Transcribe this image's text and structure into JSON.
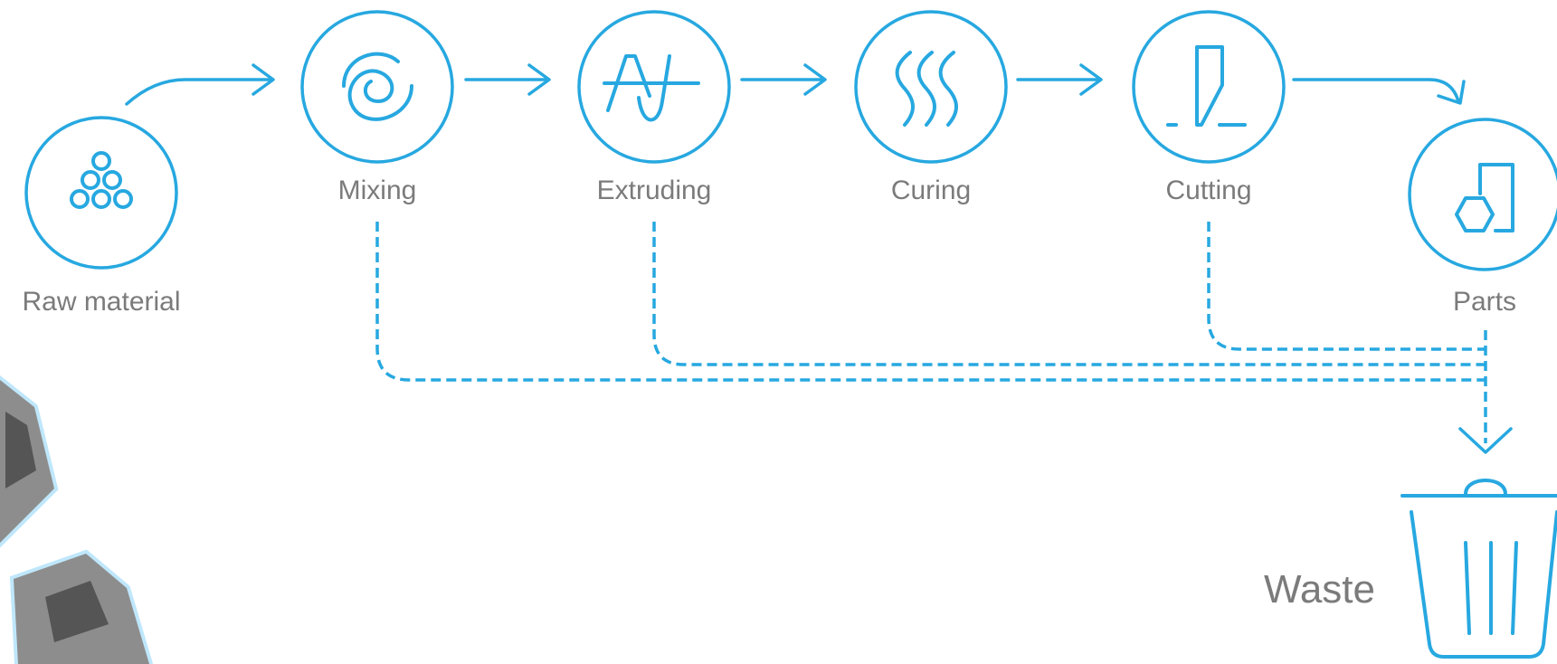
{
  "steps": {
    "raw_material": "Raw material",
    "mixing": "Mixing",
    "extruding": "Extruding",
    "curing": "Curing",
    "cutting": "Cutting",
    "parts": "Parts",
    "waste": "Waste"
  },
  "colors": {
    "accent": "#27a8e0",
    "label": "#7b7b7b"
  },
  "icons": {
    "raw_material": "stacked-circles-icon",
    "mixing": "swirl-icon",
    "extruding": "extrusion-icon",
    "curing": "heat-waves-icon",
    "cutting": "blade-icon",
    "parts": "shapes-icon",
    "waste": "trash-bin-icon"
  }
}
